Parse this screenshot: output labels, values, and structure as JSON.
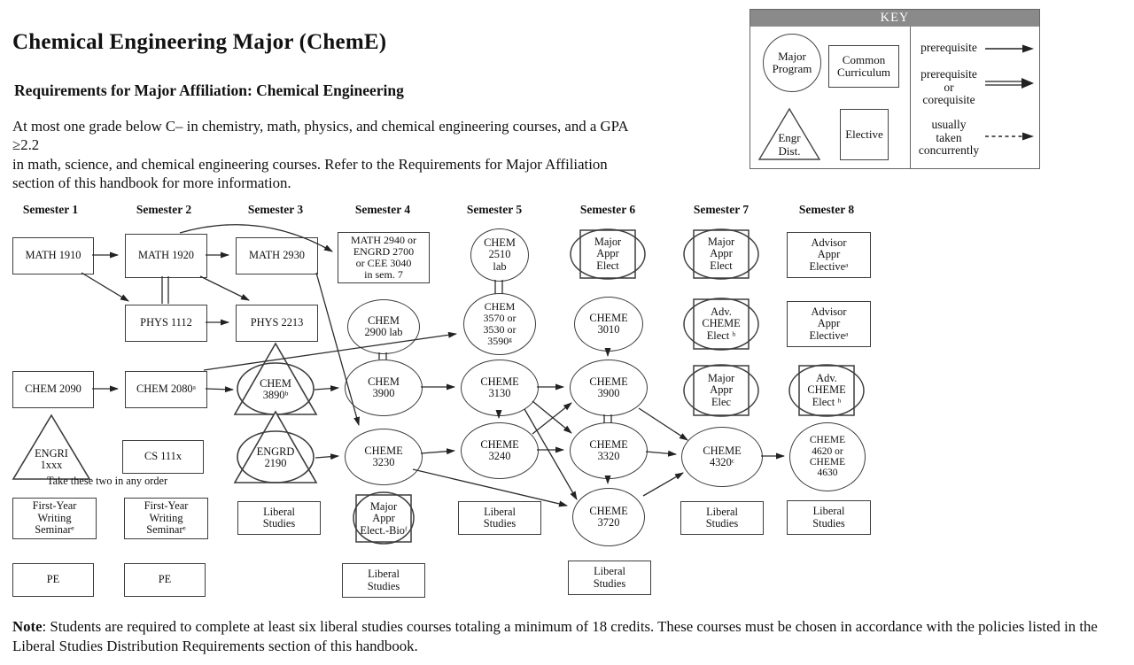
{
  "header": {
    "title": "Chemical Engineering Major (ChemE)",
    "subtitle": "Requirements for Major Affiliation:  Chemical Engineering",
    "paragraph": "At most one grade below C– in chemistry, math, physics, and chemical engineering courses, and a GPA ≥2.2\nin math, science, and chemical engineering courses. Refer to the Requirements for Major Affiliation\nsection of this handbook for more information."
  },
  "key": {
    "title": "KEY",
    "shapes": {
      "major_program": "Major\nProgram",
      "common_curriculum": "Common\nCurriculum",
      "engr_dist": "Engr\nDist.",
      "elective": "Elective"
    },
    "arrows": {
      "prerequisite": "prerequisite",
      "prereq_or_coreq": "prerequisite\nor\ncorequisite",
      "concurrent": "usually\ntaken\nconcurrently"
    }
  },
  "semesters": [
    "Semester 1",
    "Semester 2",
    "Semester 3",
    "Semester 4",
    "Semester 5",
    "Semester 6",
    "Semester 7",
    "Semester 8"
  ],
  "nodes": {
    "math1910": "MATH 1910",
    "math1920": "MATH 1920",
    "math2930": "MATH 2930",
    "math2940": "MATH 2940 or\nENGRD 2700\nor CEE 3040\nin sem. 7",
    "chem2510": "CHEM\n2510\nlab",
    "major_elect_s6": "Major\nAppr\nElect",
    "major_elect_s7": "Major\nAppr\nElect",
    "advisor_elective_s8a": "Advisor\nAppr\nElectiveᵃ",
    "phys1112": "PHYS 1112",
    "phys2213": "PHYS 2213",
    "chem2900": "CHEM\n2900 lab",
    "chem3570": "CHEM\n3570 or\n3530 or\n3590ᵍ",
    "cheme3010": "CHEME\n3010",
    "adv_cheme_s7": "Adv.\nCHEME\nElect ʰ",
    "advisor_elective_s8b": "Advisor\nAppr\nElectiveᵃ",
    "chem2090": "CHEM 2090",
    "chem2080": "CHEM 2080ᵃ",
    "chem3890": "CHEM\n3890ᵇ",
    "chem3900": "CHEM\n3900",
    "cheme3130": "CHEME\n3130",
    "cheme3900": "CHEME\n3900",
    "major_elec_s7": "Major\nAppr\nElec",
    "adv_cheme_s8": "Adv.\nCHEME\nElect ʰ",
    "engri1xxx": "ENGRI\n1xxx",
    "cs111x": "CS 111x",
    "engrd2190": "ENGRD\n2190",
    "cheme3230": "CHEME\n3230",
    "cheme3240": "CHEME\n3240",
    "cheme3320": "CHEME\n3320",
    "cheme4320": "CHEME\n4320ᶜ",
    "cheme4620": "CHEME\n4620 or\nCHEME\n4630",
    "fws1": "First-Year\nWriting\nSeminarᵉ",
    "fws2": "First-Year\nWriting\nSeminarᵉ",
    "lib_s3": "Liberal\nStudies",
    "major_bio_s4": "Major\nAppr\nElect.-Bioᶠ",
    "lib_s5": "Liberal\nStudies",
    "cheme3720": "CHEME\n3720",
    "lib_s7": "Liberal\nStudies",
    "lib_s8": "Liberal\nStudies",
    "pe1": "PE",
    "pe2": "PE",
    "lib_s4": "Liberal\nStudies",
    "lib_s6": "Liberal\nStudies"
  },
  "annotations": {
    "take_order": "Take these two in any order"
  },
  "note": {
    "label": "Note",
    "text": ": Students are required to complete at least six liberal studies courses totaling a minimum of 18 credits.  These courses must be chosen in accordance with the policies listed in the Liberal Studies Distribution Requirements section of this handbook."
  },
  "colors": {
    "key_header_bg": "#8a8a8a",
    "line_color": "#2b2b2b",
    "border_color": "#3d3d3d"
  }
}
